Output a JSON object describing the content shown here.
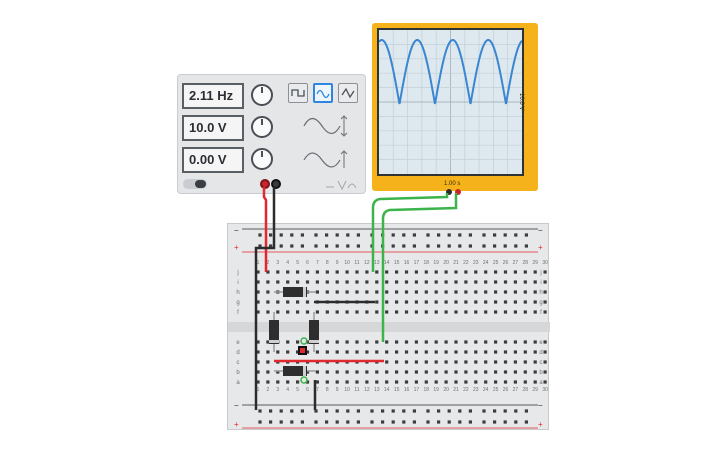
{
  "function_generator": {
    "frequency_display": "2.11 Hz",
    "amplitude_display": "10.0 V",
    "offset_display": "0.00 V",
    "waveforms": [
      "square",
      "sine",
      "triangle"
    ],
    "selected_waveform": "sine"
  },
  "oscilloscope": {
    "time_label": "1.00 s",
    "voltage_label": "10.0 V"
  },
  "breadboard": {
    "column_numbers": [
      "1",
      "2",
      "3",
      "4",
      "5",
      "6",
      "7",
      "8",
      "9",
      "10",
      "11",
      "12",
      "13",
      "14",
      "15",
      "16",
      "17",
      "18",
      "19",
      "20",
      "21",
      "22",
      "23",
      "24",
      "25",
      "26",
      "27",
      "28",
      "29",
      "30"
    ],
    "row_letters_top": [
      "j",
      "i",
      "h",
      "g",
      "f"
    ],
    "row_letters_bottom": [
      "e",
      "d",
      "c",
      "b",
      "a"
    ],
    "rail_minus": "−",
    "rail_plus": "+"
  },
  "colors": {
    "scope_frame": "#f6b21b",
    "trace": "#3a86d0",
    "wire_red": "#e0282e",
    "wire_black": "#2c2c2c",
    "wire_green": "#3cb44b"
  }
}
